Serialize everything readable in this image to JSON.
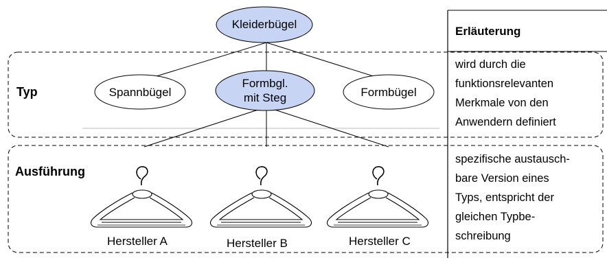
{
  "root": {
    "label": "Kleiderbügel"
  },
  "types": [
    {
      "label": "Spannbügel"
    },
    {
      "label": "Formbgl.\nmit Steg",
      "line1": "Formbgl.",
      "line2": "mit Steg"
    },
    {
      "label": "Formbügel"
    }
  ],
  "sections": {
    "typ": "Typ",
    "ausfuehrung": "Ausführung"
  },
  "manufacturers": [
    "Hersteller A",
    "Hersteller B",
    "Hersteller C"
  ],
  "explanation": {
    "header": "Erläuterung",
    "typ_lines": [
      "wird durch die",
      "funktionsrelevanten",
      "Merkmale von den",
      "Anwendern definiert"
    ],
    "ausfuehrung_lines": [
      "spezifische austausch-",
      "bare Version eines",
      "Typs, entspricht der",
      "gleichen Typbe-",
      "schreibung"
    ]
  },
  "colors": {
    "node_fill": "#c8d4f4",
    "line": "#000000"
  }
}
